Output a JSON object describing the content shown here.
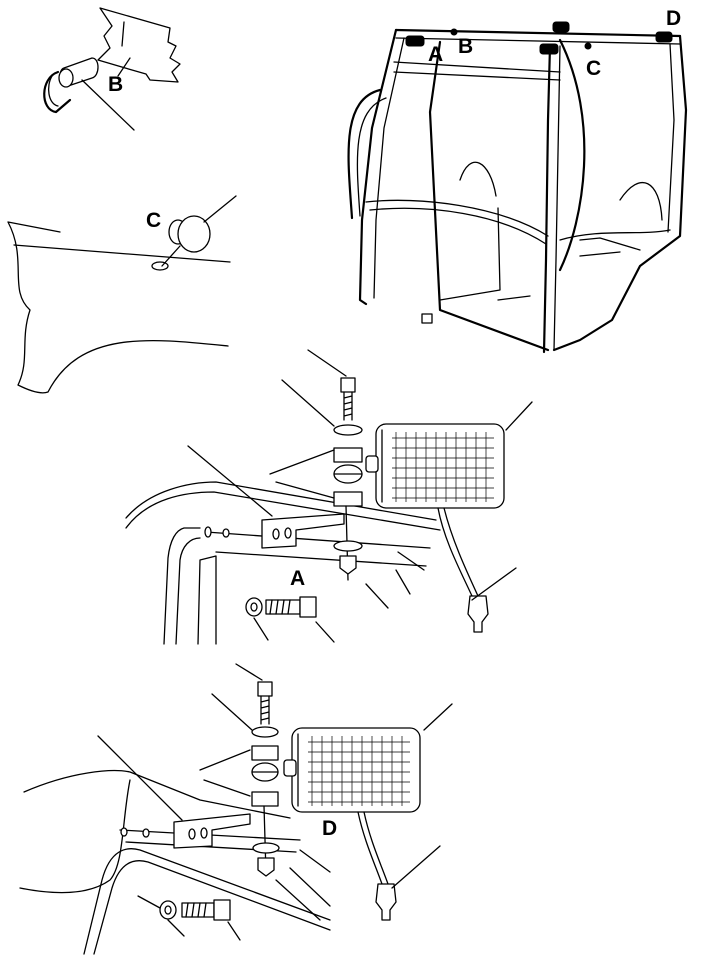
{
  "callouts": {
    "a_cab": "A",
    "b_cab": "B",
    "c_cab": "C",
    "d_cab": "D",
    "b_detail": "B",
    "c_detail": "C",
    "a_assembly": "A",
    "d_assembly": "D"
  }
}
